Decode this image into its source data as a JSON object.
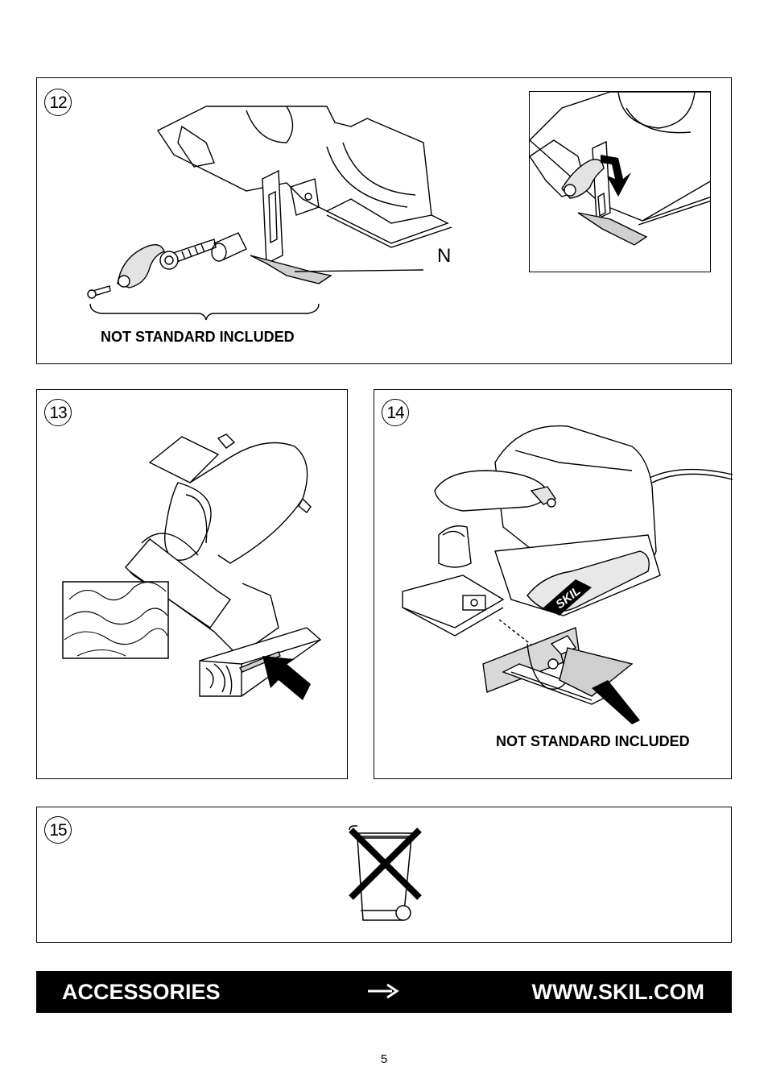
{
  "figures": {
    "fig12": {
      "number": "12",
      "callout": "N",
      "caption": "NOT STANDARD INCLUDED"
    },
    "fig13": {
      "number": "13"
    },
    "fig14": {
      "number": "14",
      "caption": "NOT STANDARD INCLUDED",
      "brand_logo": "SKIL"
    },
    "fig15": {
      "number": "15",
      "icon": "crossed-out-wheelie-bin-icon"
    }
  },
  "banner": {
    "left_label": "ACCESSORIES",
    "arrow_icon": "right-arrow-icon",
    "right_label": "WWW.SKIL.COM"
  },
  "page_number": "5"
}
